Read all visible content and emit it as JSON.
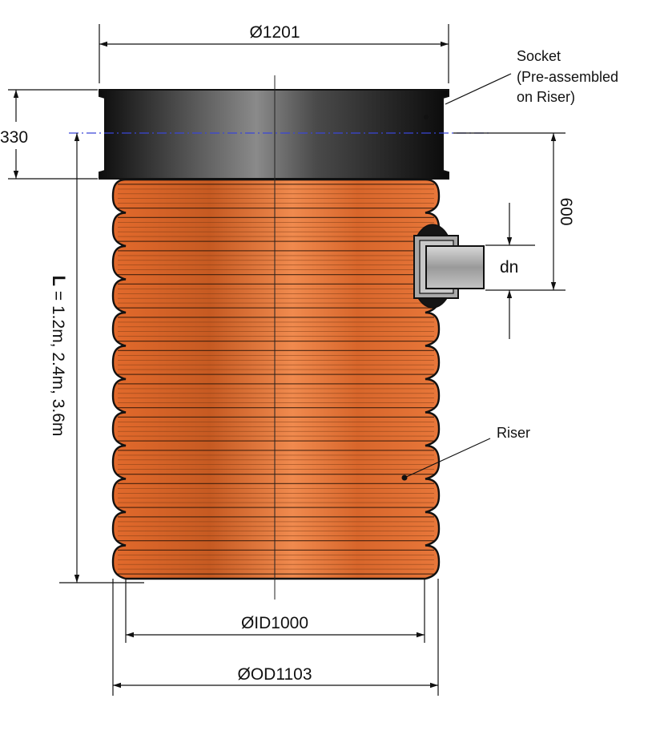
{
  "dimensions": {
    "socket_diameter": "Ø1201",
    "socket_height": "330",
    "inlet_height": "600",
    "inlet_size": "dn",
    "inner_diameter": "ØID1000",
    "outer_diameter": "ØOD1103",
    "length_symbol": "L",
    "length_values": " = 1.2m, 2.4m, 3.6m"
  },
  "callouts": {
    "socket_line1": "Socket",
    "socket_line2": "(Pre-assembled",
    "socket_line3": "on Riser)",
    "riser": "Riser"
  },
  "colors": {
    "riser_orange": "#e8773a",
    "riser_dark": "#b9531c",
    "socket_black": "#1a1a1a",
    "centerline_blue": "#3a46d8",
    "inlet_grey": "#b9b9b9"
  },
  "riser_ribs": 12
}
